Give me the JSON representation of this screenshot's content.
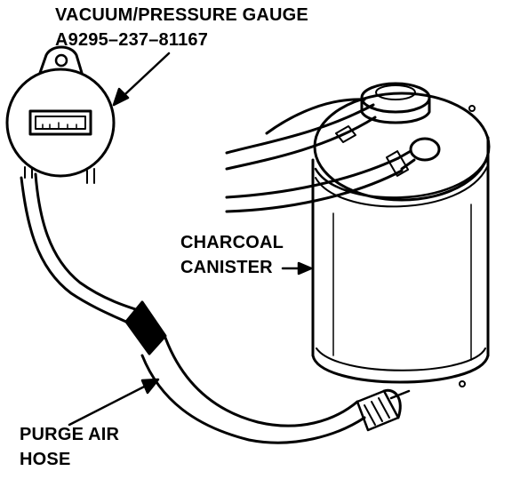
{
  "labels": {
    "gauge_line1": "VACUUM/PRESSURE GAUGE",
    "gauge_line2": "A9295–237–81167",
    "canister_line1": "CHARCOAL",
    "canister_line2": "CANISTER",
    "hose_line1": "PURGE AIR",
    "hose_line2": "HOSE"
  },
  "colors": {
    "ink": "#000000",
    "paper": "#ffffff"
  }
}
